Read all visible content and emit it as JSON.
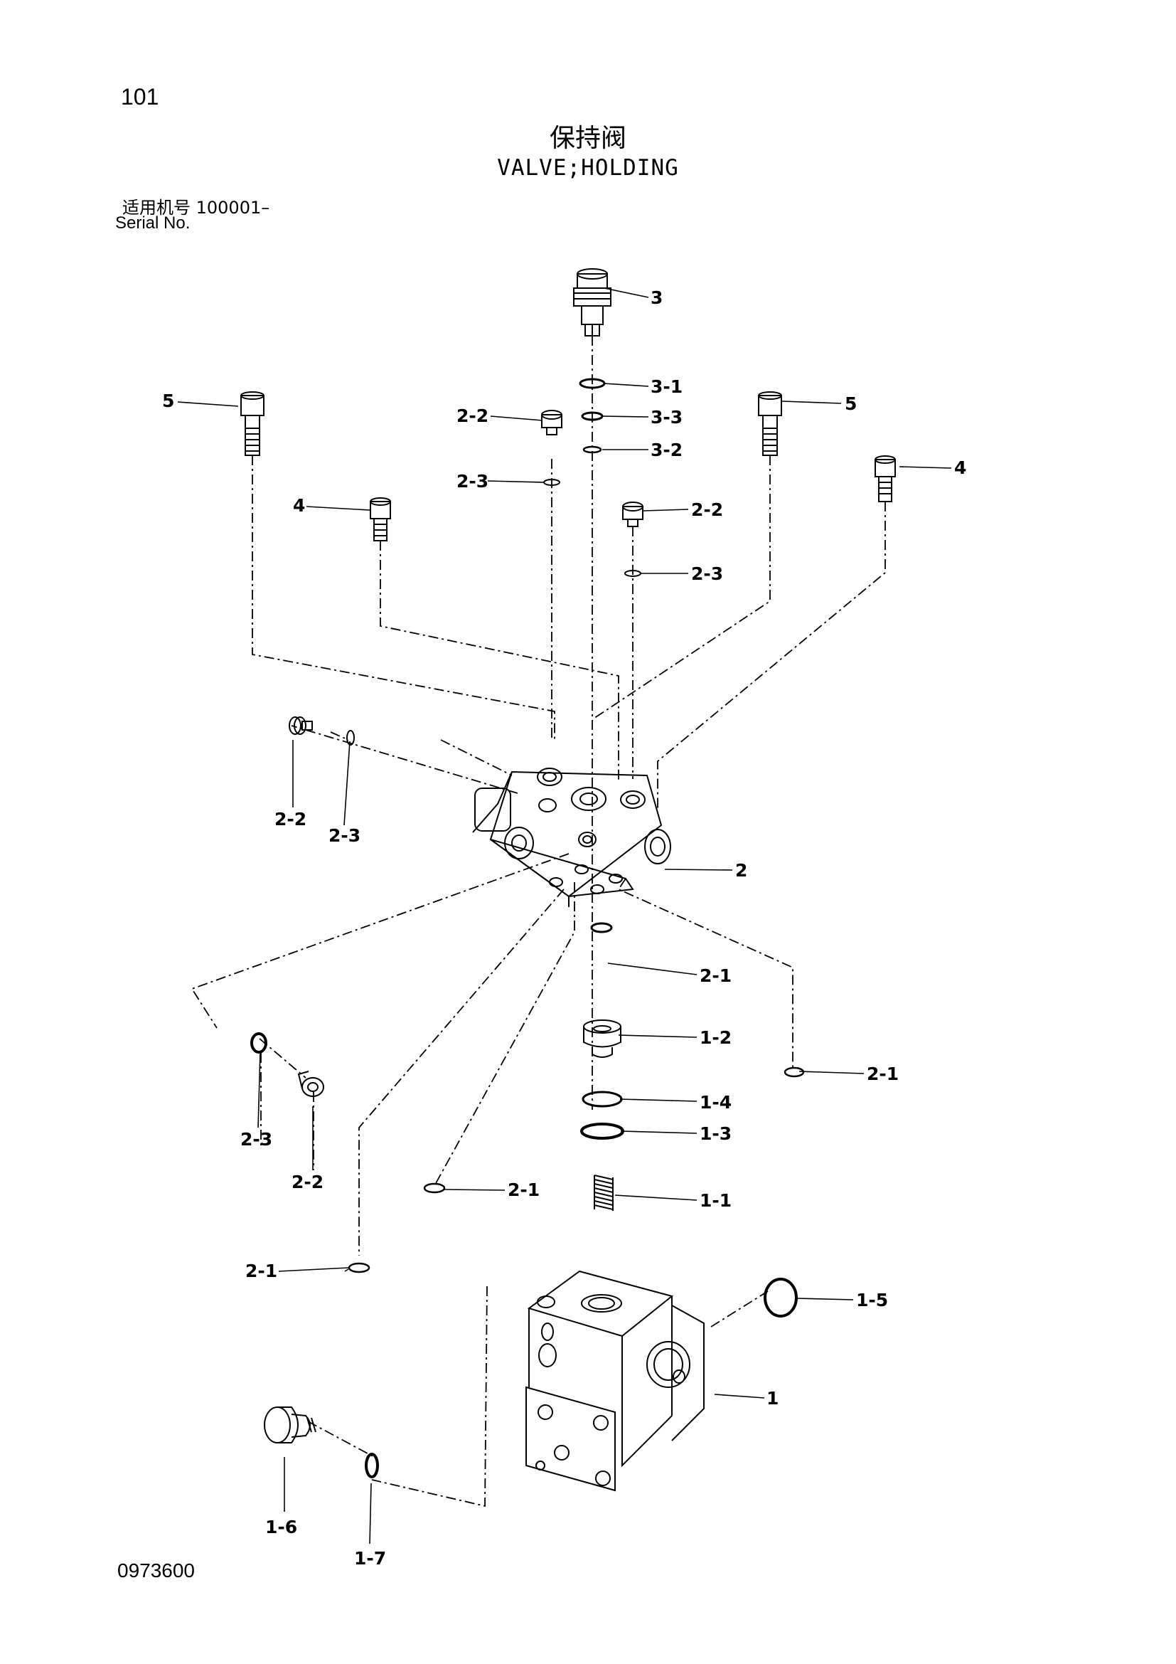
{
  "header": {
    "page_number": "101",
    "title_cn": "保持阀",
    "title_en": "VALVE;HOLDING",
    "serial_cn": "适用机号  100001–",
    "serial_en": "Serial No."
  },
  "footer": {
    "doc_code": "0973600"
  },
  "callouts": [
    {
      "id": "c3",
      "label": "3"
    },
    {
      "id": "c3-1",
      "label": "3-1"
    },
    {
      "id": "c3-3",
      "label": "3-3"
    },
    {
      "id": "c3-2",
      "label": "3-2"
    },
    {
      "id": "c5l",
      "label": "5"
    },
    {
      "id": "c5r",
      "label": "5"
    },
    {
      "id": "c2-2a",
      "label": "2-2"
    },
    {
      "id": "c2-3a",
      "label": "2-3"
    },
    {
      "id": "c4l",
      "label": "4"
    },
    {
      "id": "c4r",
      "label": "4"
    },
    {
      "id": "c2-2b",
      "label": "2-2"
    },
    {
      "id": "c2-3b",
      "label": "2-3"
    },
    {
      "id": "c2-2c",
      "label": "2-2"
    },
    {
      "id": "c2-3c",
      "label": "2-3"
    },
    {
      "id": "c2",
      "label": "2"
    },
    {
      "id": "c2-1a",
      "label": "2-1"
    },
    {
      "id": "c1-2",
      "label": "1-2"
    },
    {
      "id": "c2-1b",
      "label": "2-1"
    },
    {
      "id": "c1-4",
      "label": "1-4"
    },
    {
      "id": "c1-3",
      "label": "1-3"
    },
    {
      "id": "c2-3d",
      "label": "2-3"
    },
    {
      "id": "c2-2d",
      "label": "2-2"
    },
    {
      "id": "c2-1c",
      "label": "2-1"
    },
    {
      "id": "c1-1",
      "label": "1-1"
    },
    {
      "id": "c2-1d",
      "label": "2-1"
    },
    {
      "id": "c1-5",
      "label": "1-5"
    },
    {
      "id": "c1",
      "label": "1"
    },
    {
      "id": "c1-6",
      "label": "1-6"
    },
    {
      "id": "c1-7",
      "label": "1-7"
    }
  ]
}
